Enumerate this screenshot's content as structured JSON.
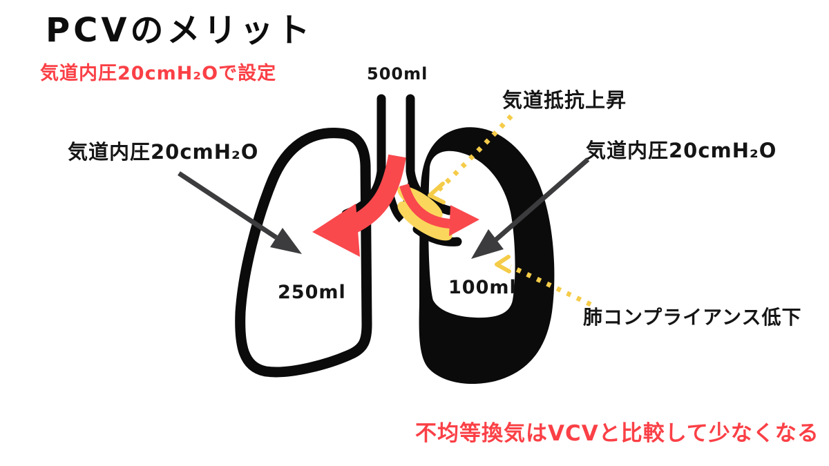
{
  "title": "PCVのメリット",
  "subtitle": "気道内圧20cmH₂Oで設定",
  "labels": {
    "tidal_volume": "500ml",
    "airway_resistance": "気道抵抗上昇",
    "left_pressure": "気道内圧20cmH₂O",
    "right_pressure": "気道内圧20cmH₂O",
    "left_lung_volume": "250ml",
    "right_lung_volume": "100ml",
    "compliance": "肺コンプライアンス低下",
    "conclusion": "不均等換気はVCVと比較して少なくなる"
  },
  "colors": {
    "background": "#FFFFFF",
    "ink": "#0B0B0B",
    "red": "#F9494D",
    "red_text": "#FA4046",
    "yellow": "#FBD65C",
    "dotted_yellow": "#F5CC49",
    "pointer_gray": "#3C3C3E"
  }
}
